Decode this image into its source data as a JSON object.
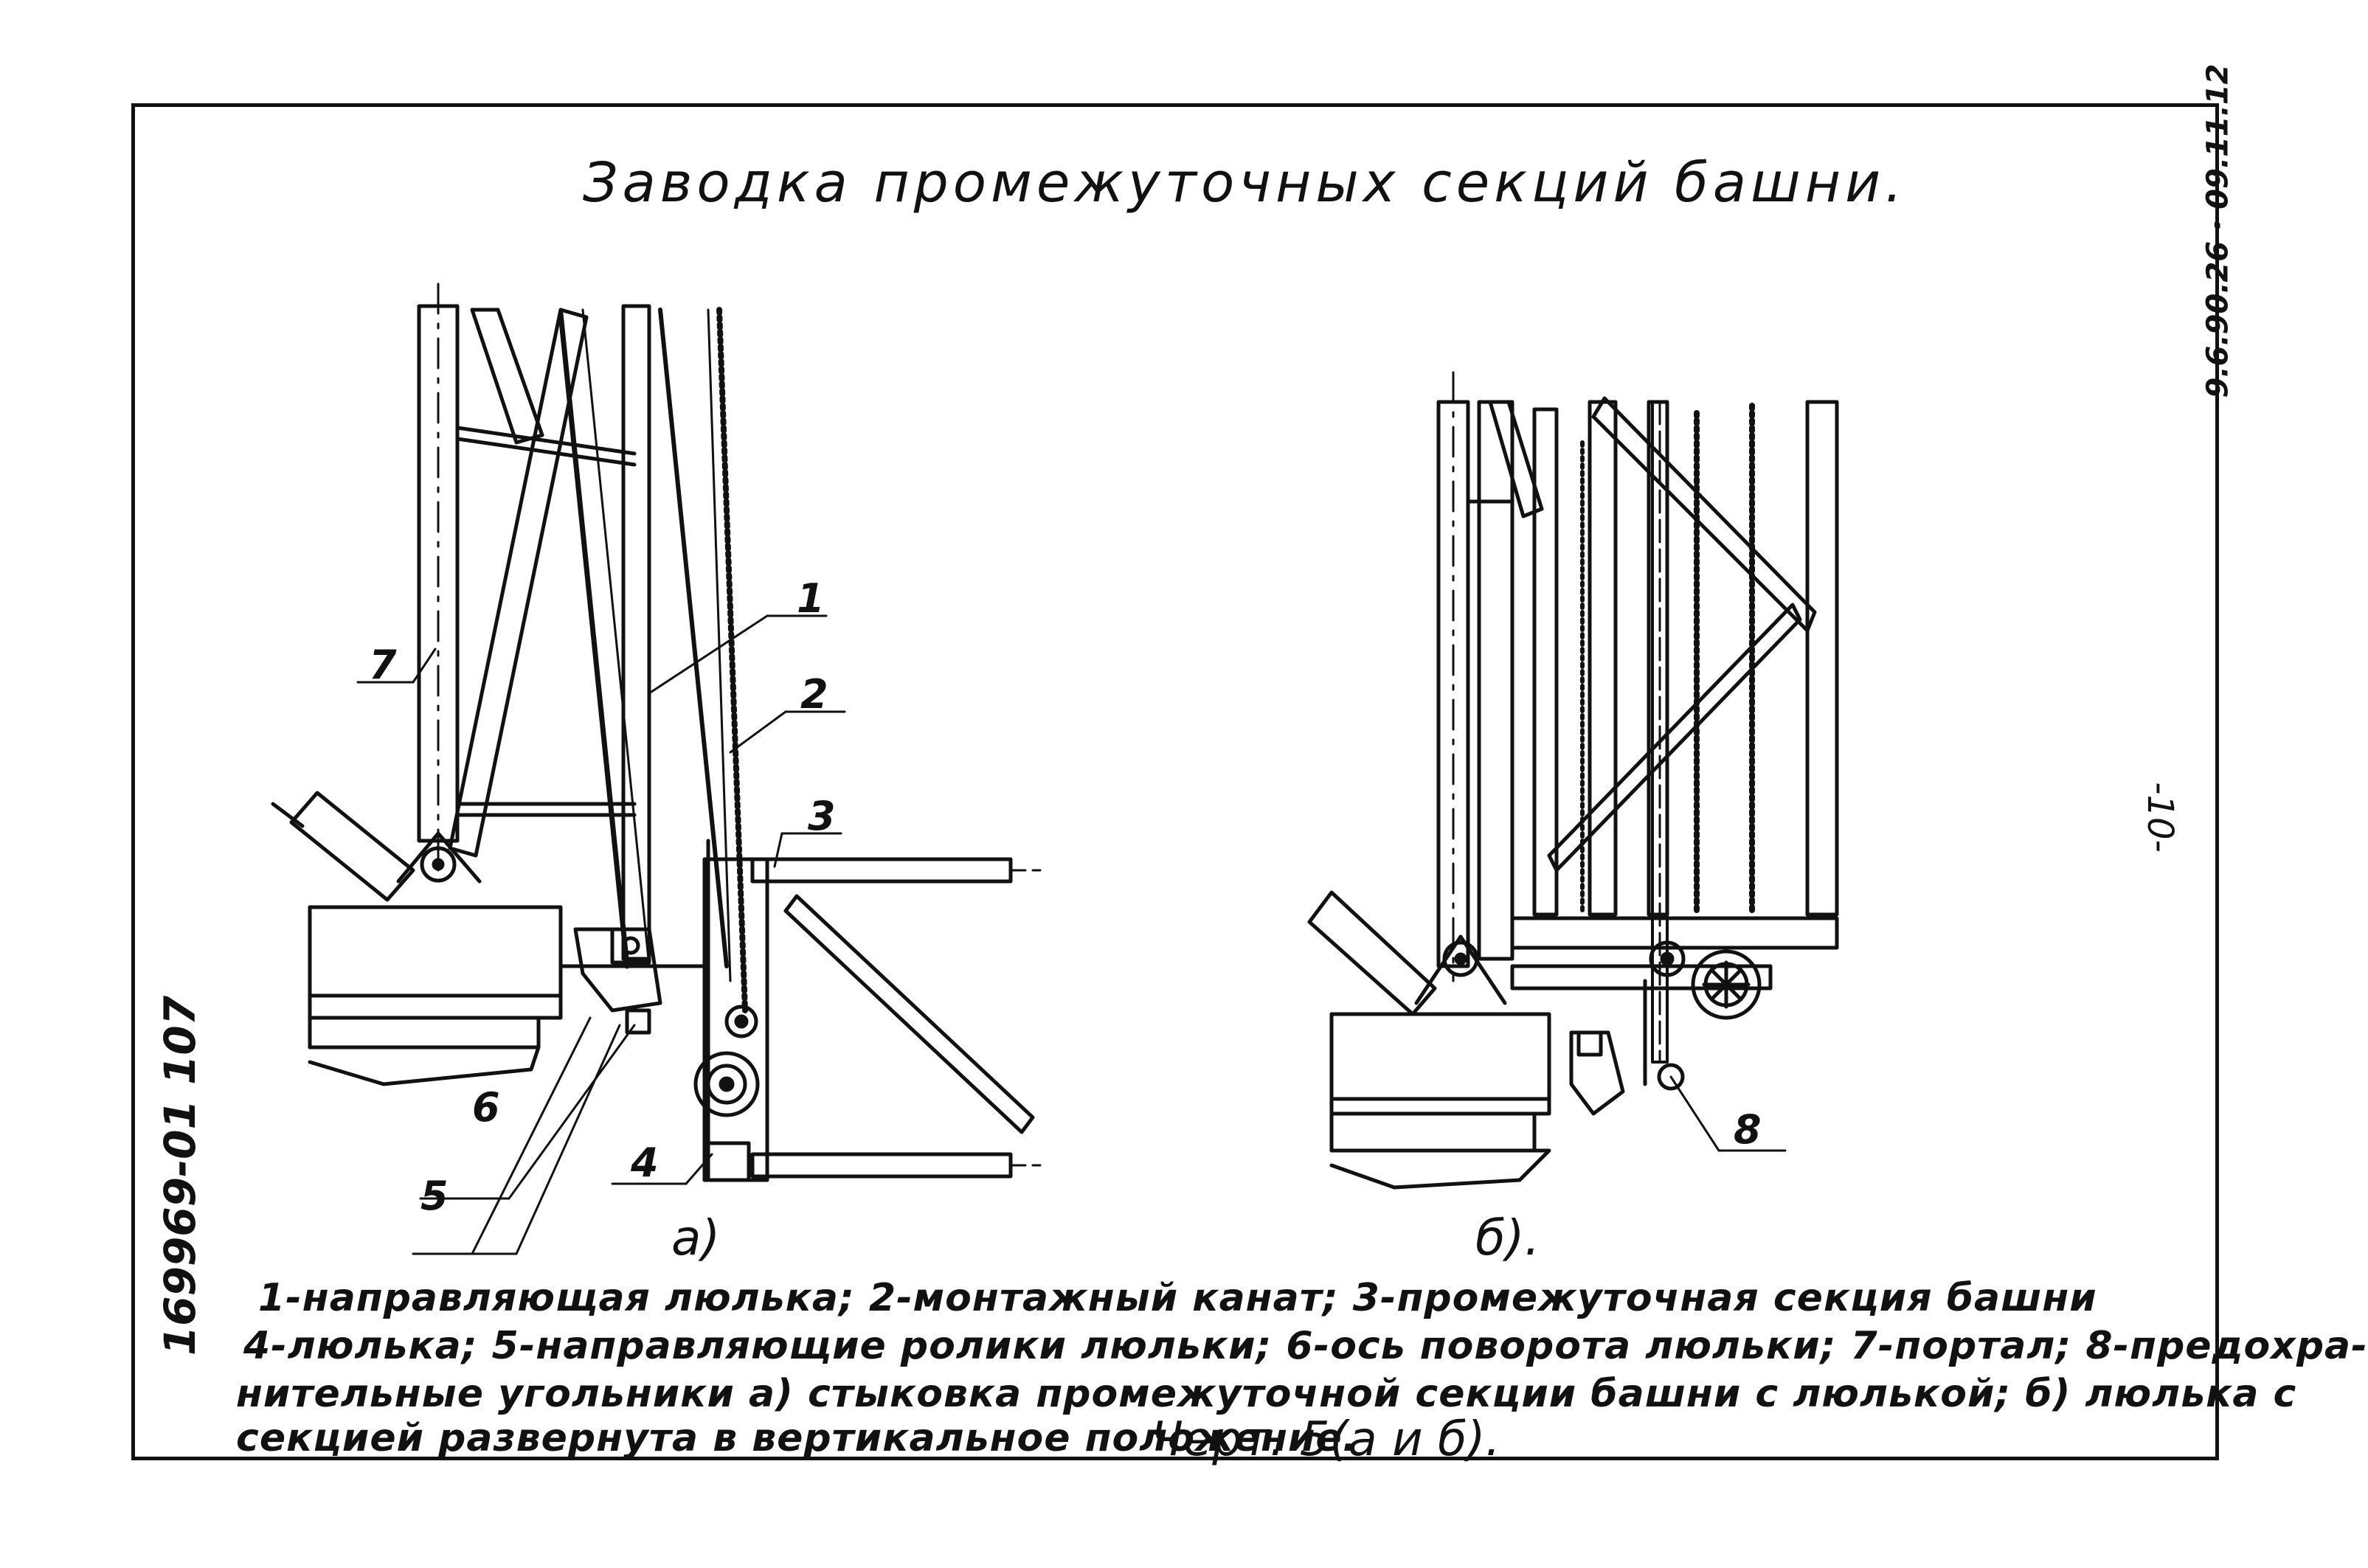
{
  "title": "Заводка промежуточных секций башни.",
  "stamp_top_right": "9.6.90.26 · 09.11.12",
  "page_number": "-10-",
  "archive_number": "169969-01 107",
  "view_a_label": "а)",
  "view_b_label": "б).",
  "callouts": {
    "c1": "1",
    "c2": "2",
    "c3": "3",
    "c4": "4",
    "c5": "5",
    "c6": "6",
    "c7": "7",
    "c8": "8"
  },
  "legend_lines": [
    "1-направляющая люлька; 2-монтажный канат; 3-промежуточная секция башни",
    "4-люлька; 5-направляющие ролики люльки; 6-ось поворота люльки; 7-портал; 8-предохра-",
    "нительные угольники а) стыковка промежуточной секции башни с люлькой; б) люлька с",
    "секцией развернута в вертикальное положение."
  ],
  "figure_ref": "Черт. 5(а и б)."
}
